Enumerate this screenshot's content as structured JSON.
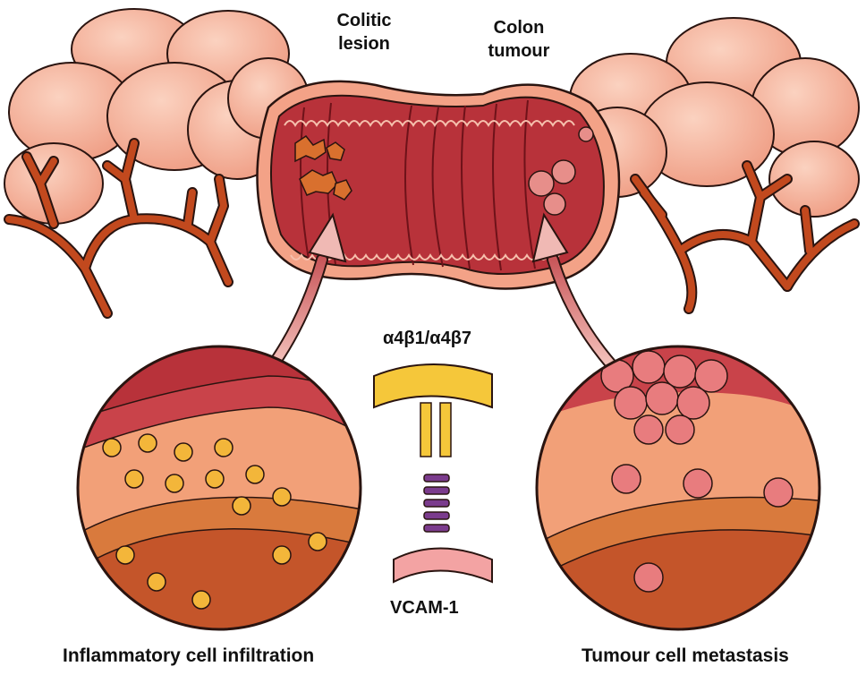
{
  "labels": {
    "colitic_lesion": [
      "Colitic",
      "lesion"
    ],
    "colon_tumour": [
      "Colon",
      "tumour"
    ],
    "integrin": "α4β1/α4β7",
    "vcam": "VCAM-1",
    "inflammatory": "Inflammatory cell infiltration",
    "metastasis": "Tumour cell metastasis"
  },
  "colors": {
    "tissue_light": "#f4b29a",
    "tissue_mid": "#e98c72",
    "colon_wall": "#b8323a",
    "colon_dark": "#8e1f27",
    "vessel": "#c2491e",
    "leukocyte": "#f3b63a",
    "integrin_yellow": "#f5c73a",
    "vcam_purple": "#7b3b8d",
    "tumour_cell": "#e5787a",
    "outline": "#2a1410"
  }
}
